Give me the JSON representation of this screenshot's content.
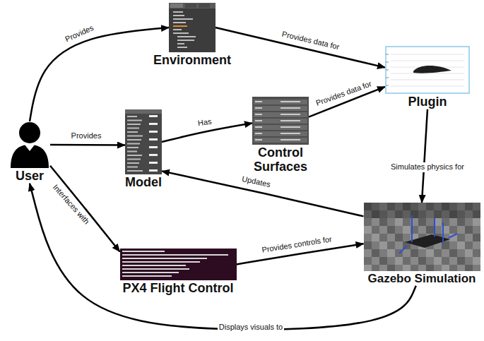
{
  "diagram": {
    "nodes": [
      {
        "text": [
          "Environment"
        ]
      },
      {
        "text": [
          "Plugin"
        ]
      },
      {
        "text": [
          "Model"
        ]
      },
      {
        "text": [
          "Control Surfaces"
        ]
      },
      {
        "text": [
          "User"
        ]
      },
      {
        "text": [
          "PX4 Flight Control"
        ]
      },
      {
        "text": [
          "Gazebo Simulation"
        ]
      }
    ],
    "edges": [
      {
        "from": 4,
        "to": 0,
        "label": "Provides",
        "arrow": "to"
      },
      {
        "from": 4,
        "to": 2,
        "label": "Provides",
        "arrow": "to"
      },
      {
        "from": 4,
        "to": 5,
        "label": "Interfaces with",
        "arrow": "to"
      },
      {
        "from": 2,
        "to": 3,
        "label": "Has",
        "arrow": "to"
      },
      {
        "from": 0,
        "to": 1,
        "label": "Provides data for",
        "arrow": "to"
      },
      {
        "from": 3,
        "to": 1,
        "label": "Provides data for",
        "arrow": "to"
      },
      {
        "from": 1,
        "to": 6,
        "label": "Simulates physics for",
        "arrow": "to"
      },
      {
        "from": 6,
        "to": 2,
        "label": "Updates",
        "arrow": "to"
      },
      {
        "from": 5,
        "to": 6,
        "label": "Provides controls for",
        "arrow": "to"
      },
      {
        "from": 6,
        "to": 4,
        "label": "Displays visuals to",
        "arrow": "to"
      }
    ]
  }
}
